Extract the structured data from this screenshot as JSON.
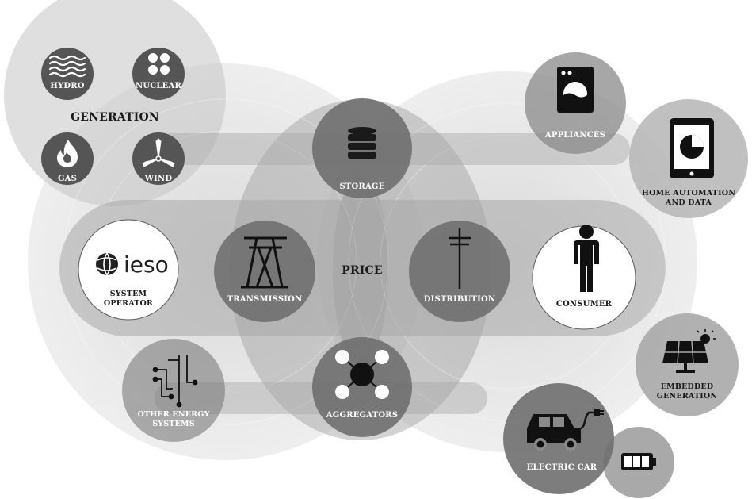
{
  "diagram": {
    "generation": {
      "title": "GENERATION",
      "hydro": "HYDRO",
      "nuclear": "NUCLEAR",
      "gas": "GAS",
      "wind": "WIND"
    },
    "system_operator": {
      "logo_text": "ieso",
      "line1": "SYSTEM",
      "line2": "OPERATOR"
    },
    "transmission": "TRANSMISSION",
    "price": "PRICE",
    "distribution": "DISTRIBUTION",
    "consumer": "CONSUMER",
    "storage": "STORAGE",
    "aggregators": "AGGREGATORS",
    "other_energy_systems": {
      "line1": "OTHER ENERGY",
      "line2": "SYSTEMS"
    },
    "appliances": "APPLIANCES",
    "home_automation": {
      "line1": "HOME AUTOMATION",
      "line2": "AND DATA"
    },
    "embedded_generation": {
      "line1": "EMBEDDED",
      "line2": "GENERATION"
    },
    "electric_car": "ELECTRIC CAR"
  },
  "colors": {
    "node_dark": "#555555",
    "node_mid": "#7a7a7a",
    "halo": "#bdbdbd",
    "band": "#a8a8a8",
    "white": "#ffffff",
    "black": "#111111"
  }
}
